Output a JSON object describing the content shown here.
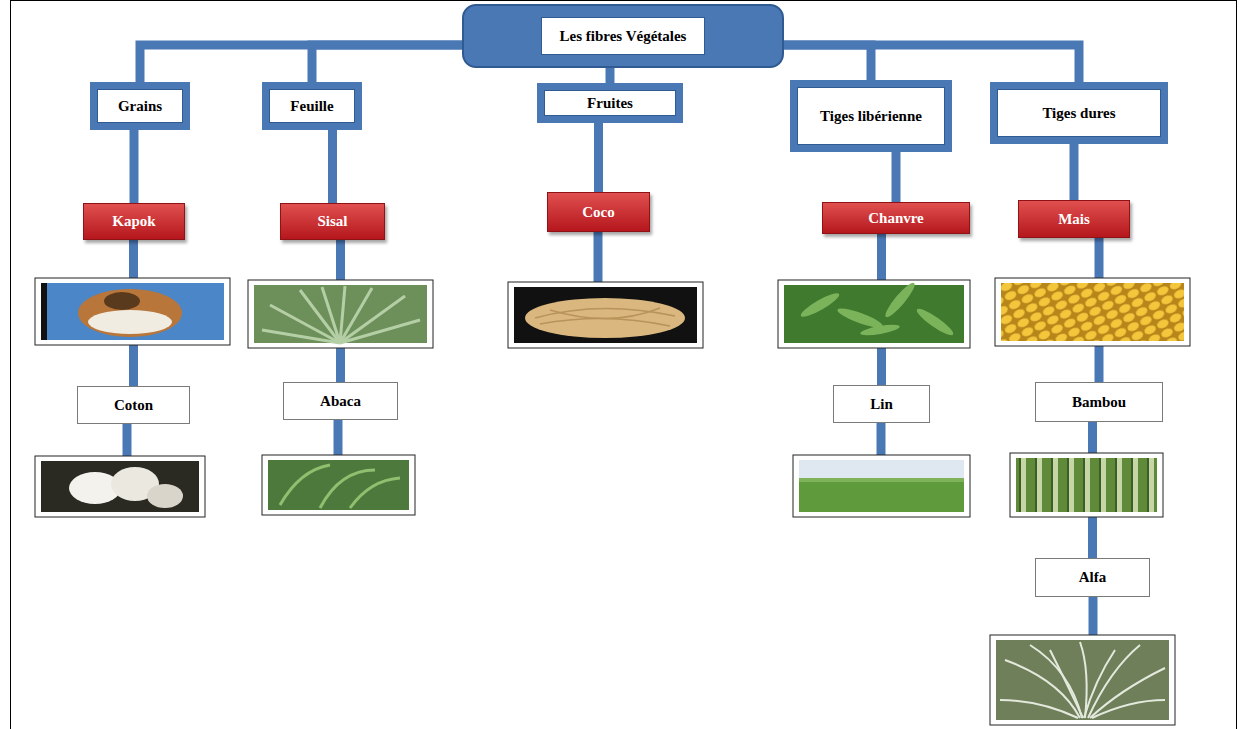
{
  "diagram": {
    "nodes": [
      {
        "text": [
          "Les fibres Végétales"
        ]
      },
      {
        "text": [
          "Grains"
        ]
      },
      {
        "text": [
          "Feuille"
        ]
      },
      {
        "text": [
          "Fruites"
        ]
      },
      {
        "text": [
          "Tiges libérienne"
        ]
      },
      {
        "text": [
          "Tiges dures"
        ]
      },
      {
        "text": [
          "Kapok"
        ]
      },
      {
        "text": [
          "Sisal"
        ]
      },
      {
        "text": [
          "Coco"
        ]
      },
      {
        "text": [
          "Chanvre"
        ]
      },
      {
        "text": [
          "Mais"
        ]
      },
      {
        "text": [
          "Coton"
        ]
      },
      {
        "text": [
          "Abaca"
        ]
      },
      {
        "text": [
          "Lin"
        ]
      },
      {
        "text": [
          "Bambou"
        ]
      },
      {
        "text": [
          "Alfa"
        ]
      }
    ],
    "edges": [
      {
        "from": 0,
        "to": 1,
        "arrow": "none"
      },
      {
        "from": 0,
        "to": 2,
        "arrow": "none"
      },
      {
        "from": 0,
        "to": 3,
        "arrow": "none"
      },
      {
        "from": 0,
        "to": 4,
        "arrow": "none"
      },
      {
        "from": 0,
        "to": 5,
        "arrow": "none"
      },
      {
        "from": 1,
        "to": 6,
        "arrow": "none"
      },
      {
        "from": 2,
        "to": 7,
        "arrow": "none"
      },
      {
        "from": 3,
        "to": 8,
        "arrow": "none"
      },
      {
        "from": 4,
        "to": 9,
        "arrow": "none"
      },
      {
        "from": 5,
        "to": 10,
        "arrow": "none"
      },
      {
        "from": 6,
        "to": 11,
        "arrow": "none"
      },
      {
        "from": 7,
        "to": 12,
        "arrow": "none"
      },
      {
        "from": 9,
        "to": 13,
        "arrow": "none"
      },
      {
        "from": 10,
        "to": 14,
        "arrow": "none"
      },
      {
        "from": 14,
        "to": 15,
        "arrow": "none"
      }
    ]
  }
}
